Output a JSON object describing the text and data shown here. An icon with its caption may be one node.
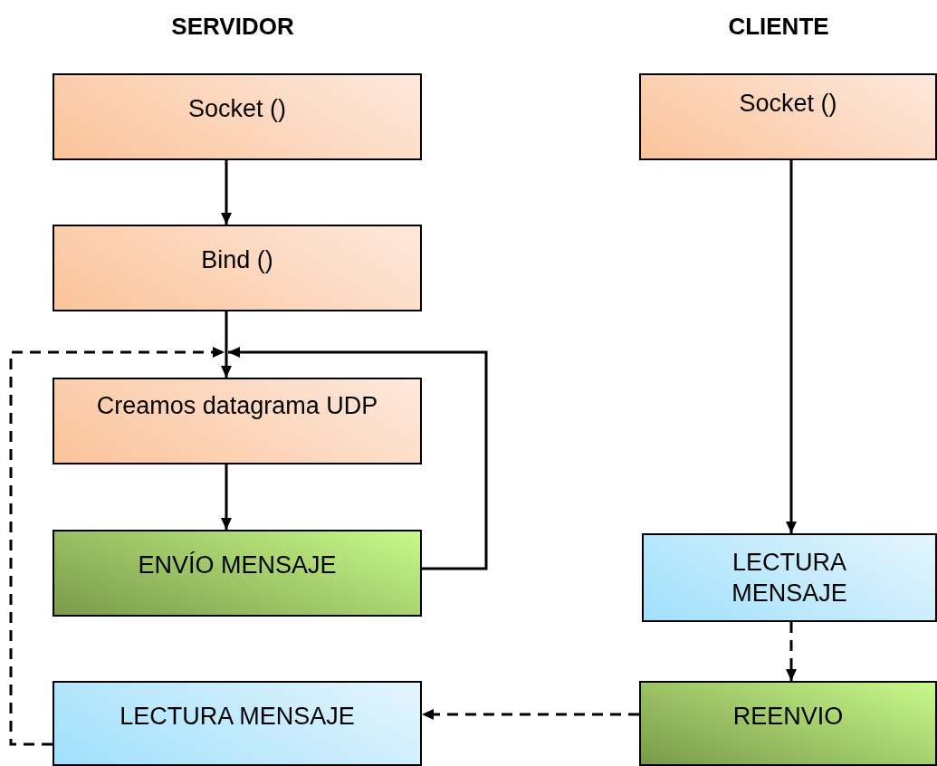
{
  "diagram": {
    "nodes": [
      {
        "text": [
          "Socket ()"
        ]
      },
      {
        "text": [
          "Bind ()"
        ]
      },
      {
        "text": [
          "Creamos datagrama UDP"
        ]
      },
      {
        "text": [
          "ENVÍO MENSAJE"
        ]
      },
      {
        "text": [
          "LECTURA MENSAJE"
        ]
      },
      {
        "text": [
          "Socket ()"
        ]
      },
      {
        "text": [
          "LECTURA MENSAJE"
        ]
      },
      {
        "text": [
          "REENVIO"
        ]
      }
    ],
    "edges": [
      {
        "from": 0,
        "to": 1,
        "arrow": "to"
      },
      {
        "from": 1,
        "to": 2,
        "arrow": "to"
      },
      {
        "from": 2,
        "to": 3,
        "arrow": "to"
      },
      {
        "from": 3,
        "to": 2,
        "arrow": "to"
      },
      {
        "from": 4,
        "to": 2,
        "arrow": "to",
        "style": "dashed"
      },
      {
        "from": 5,
        "to": 6,
        "arrow": "to"
      },
      {
        "from": 6,
        "to": 7,
        "arrow": "to",
        "style": "dashed"
      },
      {
        "from": 7,
        "to": 4,
        "arrow": "to",
        "style": "dashed"
      }
    ],
    "labels": [
      "SERVIDOR",
      "CLIENTE"
    ]
  }
}
